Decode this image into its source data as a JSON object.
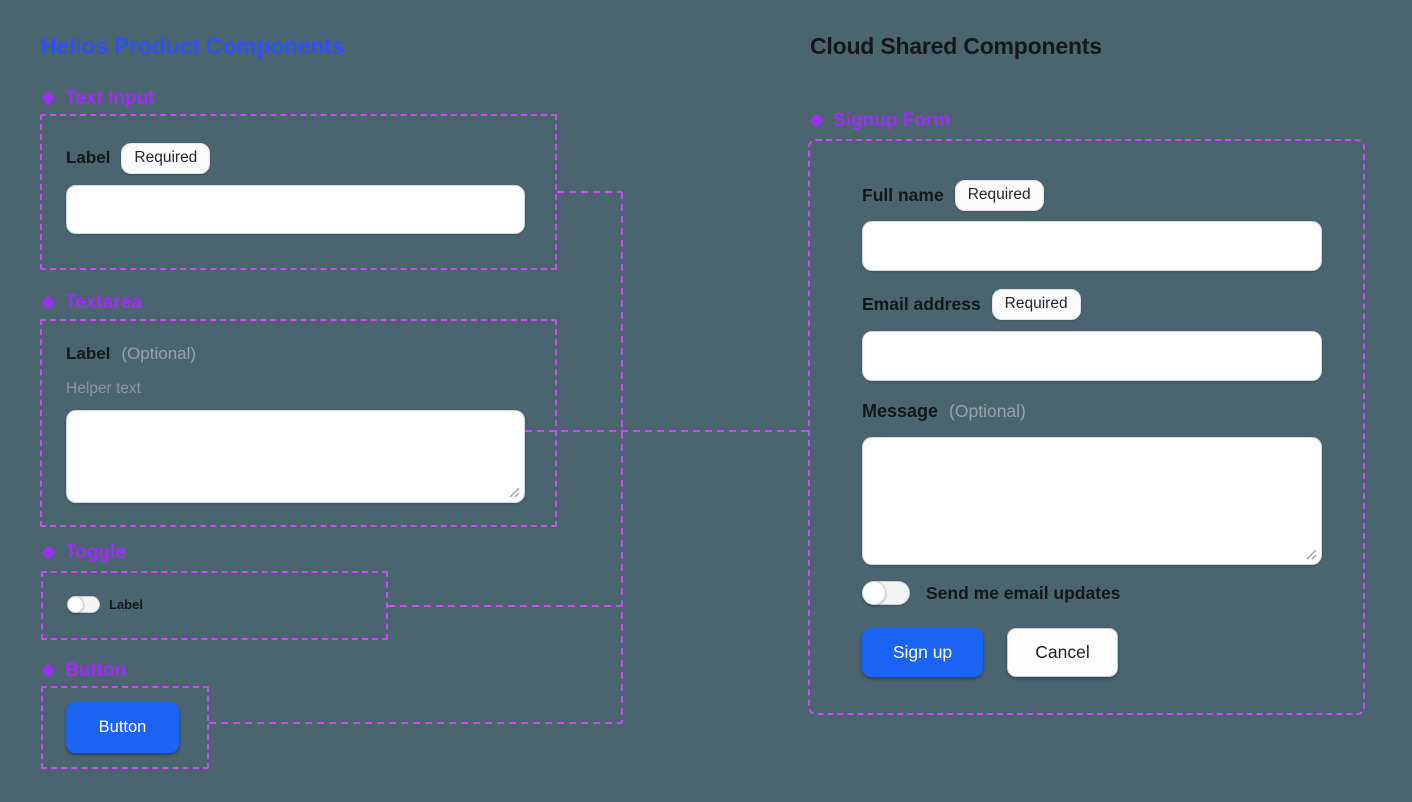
{
  "icons": {
    "component": "❖"
  },
  "colors": {
    "canvas_background": "#4b6570",
    "left_title_blue": "#2e52f2",
    "component_purple": "#9c2ff2",
    "dashed_line_purple": "#c44df0",
    "primary_button_blue": "#1b63f2",
    "dark_text": "#15171c"
  },
  "left": {
    "title": "Helios Product Components",
    "text_input": {
      "section": "Text Input",
      "label": "Label",
      "badge": "Required",
      "value": ""
    },
    "textarea": {
      "section": "Textarea",
      "label": "Label",
      "optional": "(Optional)",
      "helper": "Helper text",
      "value": ""
    },
    "toggle": {
      "section": "Toggle",
      "label": "Label",
      "state": "off"
    },
    "button": {
      "section": "Button",
      "label": "Button"
    }
  },
  "right": {
    "title": "Cloud Shared Components",
    "signup_form": {
      "section": "Signup Form",
      "full_name": {
        "label": "Full name",
        "badge": "Required",
        "value": ""
      },
      "email": {
        "label": "Email address",
        "badge": "Required",
        "value": ""
      },
      "message": {
        "label": "Message",
        "optional": "(Optional)",
        "value": ""
      },
      "updates_toggle": {
        "label": "Send me email updates",
        "state": "off"
      },
      "submit_label": "Sign up",
      "cancel_label": "Cancel"
    }
  }
}
